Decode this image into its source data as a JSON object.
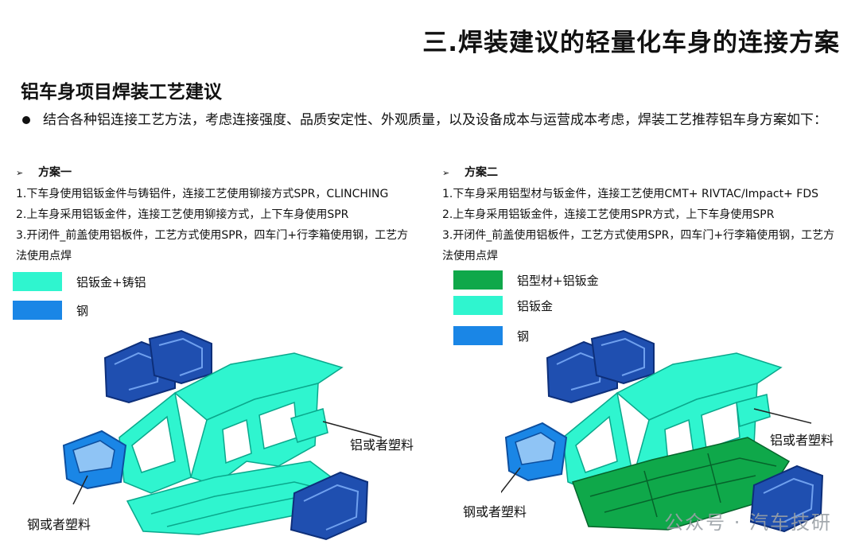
{
  "title": "三.焊装建议的轻量化车身的连接方案",
  "subtitle": "铝车身项目焊装工艺建议",
  "intro": "结合各种铝连接工艺方法，考虑连接强度、品质安定性、外观质量，以及设备成本与运营成本考虑，焊装工艺推荐铝车身方案如下：",
  "scheme1": {
    "marker": "➢",
    "heading": "方案一",
    "lines": [
      "1.下车身使用铝钣金件与铸铝件，连接工艺使用铆接方式SPR，CLINCHING",
      "2.上车身采用铝钣金件，连接工艺使用铆接方式，上下车身使用SPR",
      "3.开闭件_前盖使用铝板件，工艺方式使用SPR，四车门+行李箱使用钢，工艺方法使用点焊"
    ],
    "legend": [
      {
        "label": "铝钣金+铸铝",
        "color": "#2ff5cf"
      },
      {
        "label": "钢",
        "color": "#1a86e6"
      }
    ],
    "callouts": [
      "铝或者塑料",
      "钢或者塑料"
    ]
  },
  "scheme2": {
    "marker": "➢",
    "heading": "方案二",
    "lines": [
      "1.下车身采用铝型材与钣金件，连接工艺使用CMT+ RIVTAC/Impact+ FDS",
      "2.上车身采用铝钣金件，连接工艺使用SPR方式，上下车身使用SPR",
      "3.开闭件_前盖使用铝板件，工艺方式使用SPR，四车门+行李箱使用钢，工艺方法使用点焊"
    ],
    "legend": [
      {
        "label": "铝型材+铝钣金",
        "color": "#0fa84a"
      },
      {
        "label": "铝钣金",
        "color": "#2ff5cf"
      },
      {
        "label": "钢",
        "color": "#1a86e6"
      }
    ],
    "callouts": [
      "铝或者塑料",
      "钢或者塑料"
    ]
  },
  "watermark": "公众号 · 汽车技研",
  "colors": {
    "aluminum_sheet": "#2ff5cf",
    "aluminum_profile": "#0fa84a",
    "steel": "#1a86e6",
    "steel_dark": "#1f4fb0"
  }
}
